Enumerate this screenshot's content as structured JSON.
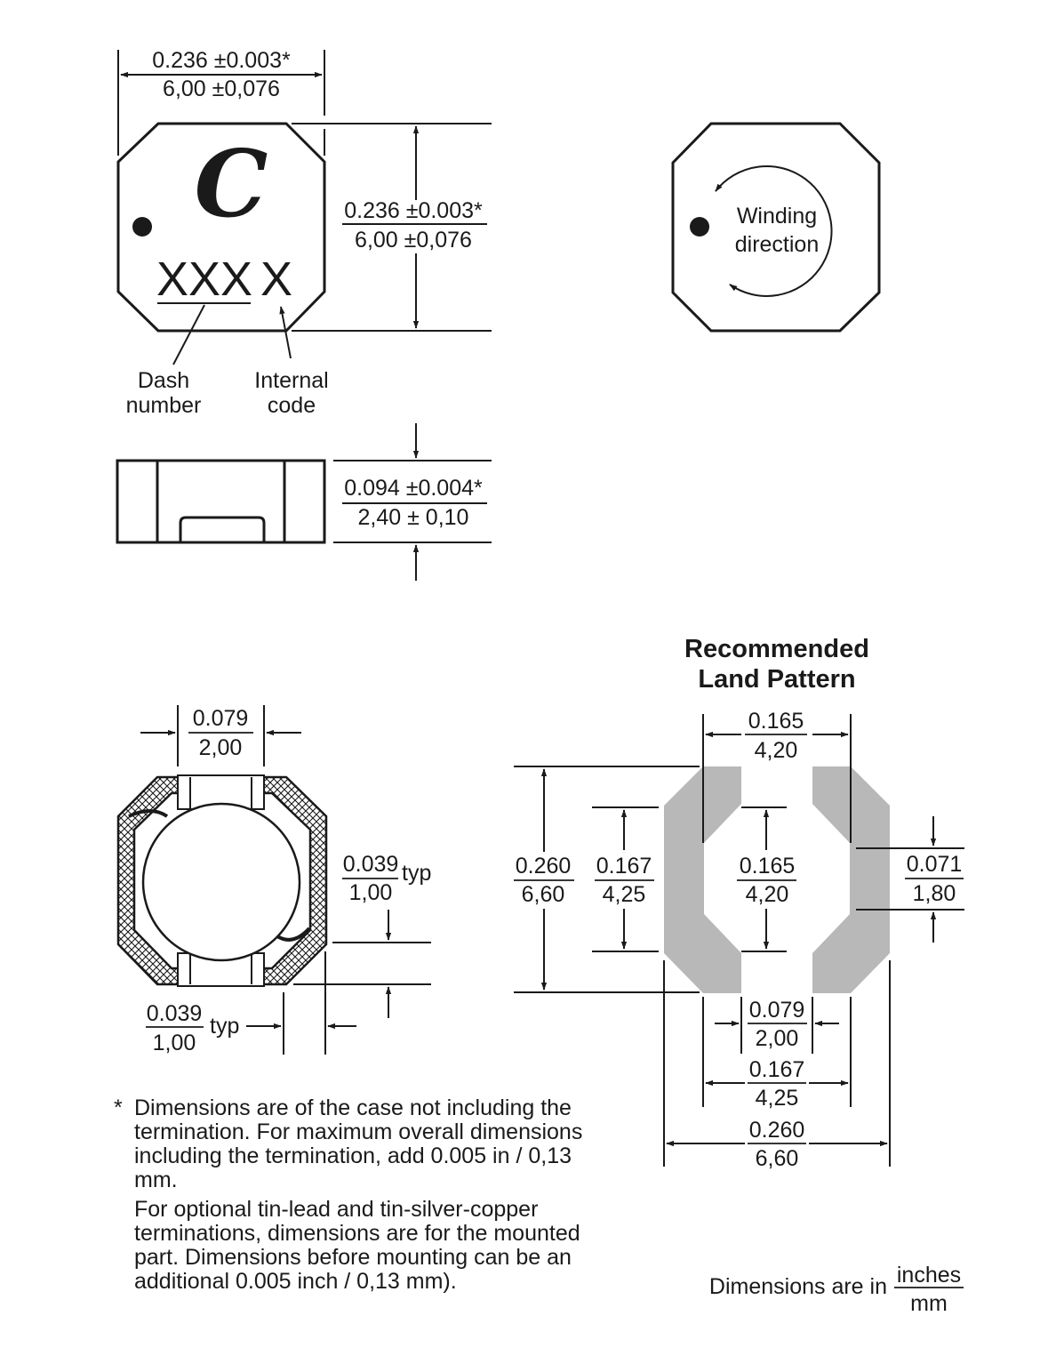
{
  "top_view": {
    "width_in": "0.236 ±0.003",
    "width_mm": "6,00 ±0,076",
    "height_in": "0.236 ±0.003",
    "height_mm": "6,00 ±0,076",
    "asterisk": "*",
    "logo": "C",
    "marking_dash": "XXX",
    "marking_code": "X",
    "label_dash_1": "Dash",
    "label_dash_2": "number",
    "label_code_1": "Internal",
    "label_code_2": "code"
  },
  "winding_view": {
    "label_1": "Winding",
    "label_2": "direction"
  },
  "side_view": {
    "height_in": "0.094 ±0.004",
    "height_mm": "2,40 ± 0,10",
    "asterisk": "*"
  },
  "bottom_view": {
    "term_width_in": "0.079",
    "term_width_mm": "2,00",
    "term_len_in": "0.039",
    "term_len_mm": "1,00",
    "typ": "typ",
    "side_gap_in": "0.039",
    "side_gap_mm": "1,00",
    "typ2": "typ"
  },
  "land_pattern": {
    "title_1": "Recommended",
    "title_2": "Land Pattern",
    "top_in": "0.165",
    "top_mm": "4,20",
    "overall_h_in": "0.260",
    "overall_h_mm": "6,60",
    "inner_h_in": "0.167",
    "inner_h_mm": "4,25",
    "center_in": "0.165",
    "center_mm": "4,20",
    "right_in": "0.071",
    "right_mm": "1,80",
    "gap_in": "0.079",
    "gap_mm": "2,00",
    "pad_span_in": "0.167",
    "pad_span_mm": "4,25",
    "overall_w_in": "0.260",
    "overall_w_mm": "6,60"
  },
  "notes": {
    "star": "*",
    "note_1": "Dimensions are of the case not including the termination. For maximum overall dimensions including the termination, add 0.005 in / 0,13 mm.",
    "note_2": "For optional tin-lead and tin-silver-copper terminations, dimensions are for the mounted part. Dimensions before mounting can be an additional 0.005 inch / 0,13 mm)."
  },
  "units": {
    "prefix": "Dimensions are in",
    "top": "inches",
    "bottom": "mm"
  },
  "colors": {
    "ink": "#1a1a1a",
    "pad_fill": "#b8b8b8"
  }
}
